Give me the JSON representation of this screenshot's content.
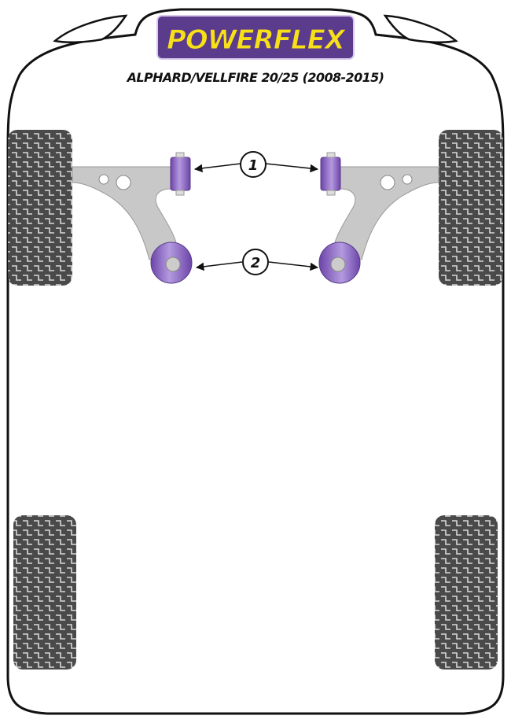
{
  "logo": {
    "text": "POWERFLEX"
  },
  "title": "ALPHARD/VELLFIRE 20/25 (2008-2015)",
  "callouts": [
    {
      "number": "1",
      "part": "front-lower-arm-front-bush"
    },
    {
      "number": "2",
      "part": "front-lower-arm-rear-bush"
    }
  ],
  "colors": {
    "bush": "#8a63c6",
    "arm": "#c8c8c8",
    "tyre": "#4a4a4a",
    "logo_bg": "#5b3b8c",
    "logo_text": "#f7e017"
  }
}
